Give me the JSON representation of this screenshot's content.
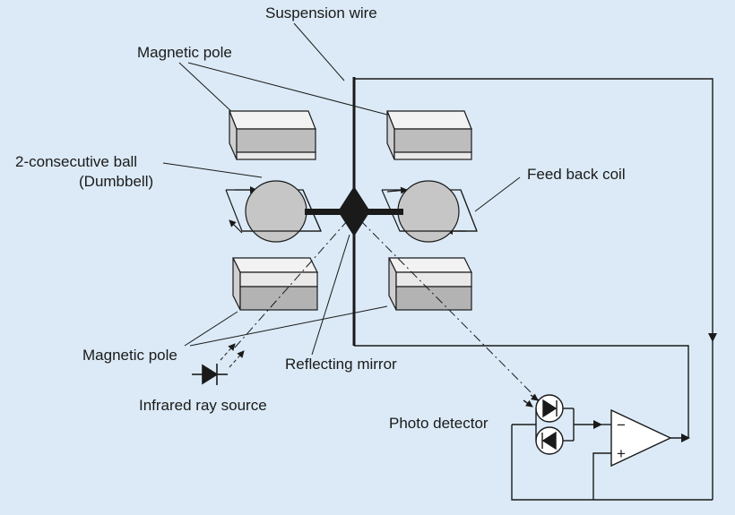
{
  "labels": {
    "suspension_wire": "Suspension wire",
    "magnetic_pole_top": "Magnetic pole",
    "magnetic_pole_bottom": "Magnetic pole",
    "dumbbell_line1": "2-consecutive ball",
    "dumbbell_line2": "(Dumbbell)",
    "feed_back_coil": "Feed back coil",
    "reflecting_mirror": "Reflecting mirror",
    "infrared_ray_source": "Infrared ray source",
    "photo_detector": "Photo detector"
  },
  "amplifier": {
    "minus": "−",
    "plus": "+"
  },
  "colors": {
    "background": "#dbeaf6",
    "pole_top": "#e6e6e6",
    "pole_bottom": "#b8b8b8",
    "ball": "#c6c6c6",
    "line": "#1a1a1a"
  }
}
